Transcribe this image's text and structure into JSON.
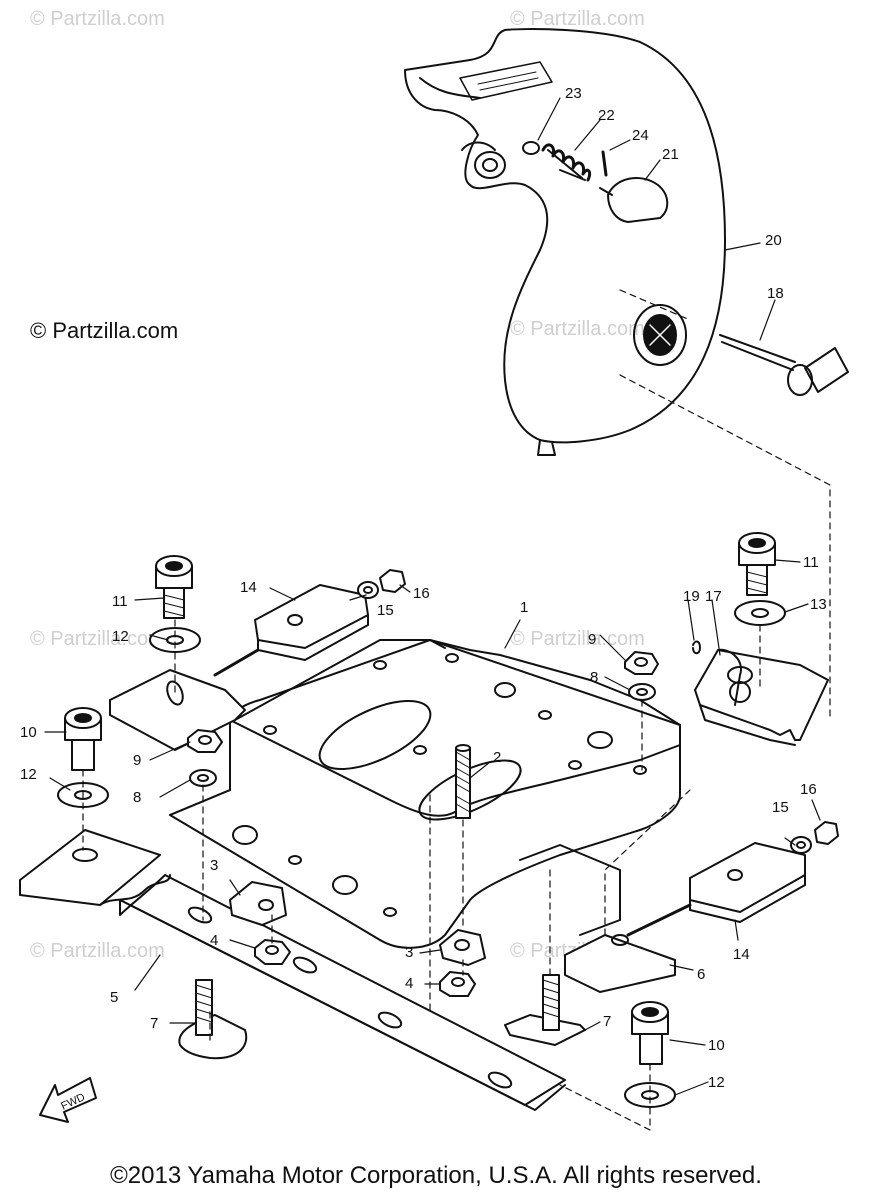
{
  "watermark": "© Partzilla.com",
  "copyright_left": "© Partzilla.com",
  "footer": "©2013 Yamaha Motor Corporation, U.S.A. All rights reserved.",
  "fwd_label": "FWD",
  "callouts": {
    "c1": "1",
    "c2": "2",
    "c3a": "3",
    "c3b": "3",
    "c4a": "4",
    "c4b": "4",
    "c5": "5",
    "c6": "6",
    "c7a": "7",
    "c7b": "7",
    "c8a": "8",
    "c8b": "8",
    "c9a": "9",
    "c9b": "9",
    "c10a": "10",
    "c10b": "10",
    "c11a": "11",
    "c11b": "11",
    "c12a": "12",
    "c12b": "12",
    "c12c": "12",
    "c13": "13",
    "c14a": "14",
    "c14b": "14",
    "c15a": "15",
    "c15b": "15",
    "c16a": "16",
    "c16b": "16",
    "c17": "17",
    "c18": "18",
    "c19": "19",
    "c20": "20",
    "c21": "21",
    "c22": "22",
    "c23": "23",
    "c24": "24"
  }
}
